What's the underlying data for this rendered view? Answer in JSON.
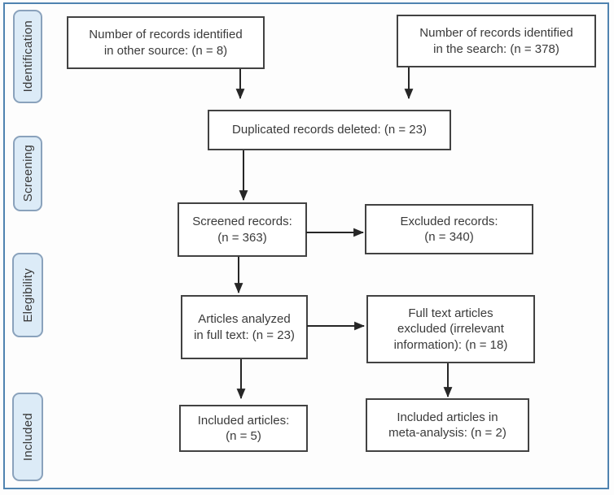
{
  "colors": {
    "frame_border": "#4f83b0",
    "stage_fill": "#dcebf7",
    "stage_border": "#8aa2bc",
    "box_border": "#424242",
    "text": "#3a3a3a",
    "arrow": "#262626",
    "background": "#ffffff"
  },
  "stages": [
    {
      "label": "Identification"
    },
    {
      "label": "Screening"
    },
    {
      "label": "Elegibility"
    },
    {
      "label": "Included"
    }
  ],
  "nodes": {
    "other_source": {
      "text": "Number of records identified\nin other source: (n = 8)",
      "n": 8
    },
    "search": {
      "text": "Number of records identified\nin the search: (n = 378)",
      "n": 378
    },
    "duplicated": {
      "text": "Duplicated records deleted: (n = 23)",
      "n": 23
    },
    "screened": {
      "text": "Screened records:\n(n = 363)",
      "n": 363
    },
    "excluded": {
      "text": "Excluded records:\n(n = 340)",
      "n": 340
    },
    "analyzed": {
      "text": "Articles analyzed\nin full text: (n = 23)",
      "n": 23
    },
    "fulltext_excluded": {
      "text": "Full text articles\nexcluded (irrelevant\ninformation): (n = 18)",
      "n": 18
    },
    "included_articles": {
      "text": "Included articles:\n(n = 5)",
      "n": 5
    },
    "meta_analysis": {
      "text": "Included articles in\nmeta-analysis: (n = 2)",
      "n": 2
    }
  },
  "edges": [
    {
      "from": "other_source",
      "to": "duplicated"
    },
    {
      "from": "search",
      "to": "duplicated"
    },
    {
      "from": "duplicated",
      "to": "screened"
    },
    {
      "from": "screened",
      "to": "excluded"
    },
    {
      "from": "screened",
      "to": "analyzed"
    },
    {
      "from": "analyzed",
      "to": "fulltext_excluded"
    },
    {
      "from": "analyzed",
      "to": "included_articles"
    },
    {
      "from": "fulltext_excluded",
      "to": "meta_analysis"
    }
  ]
}
